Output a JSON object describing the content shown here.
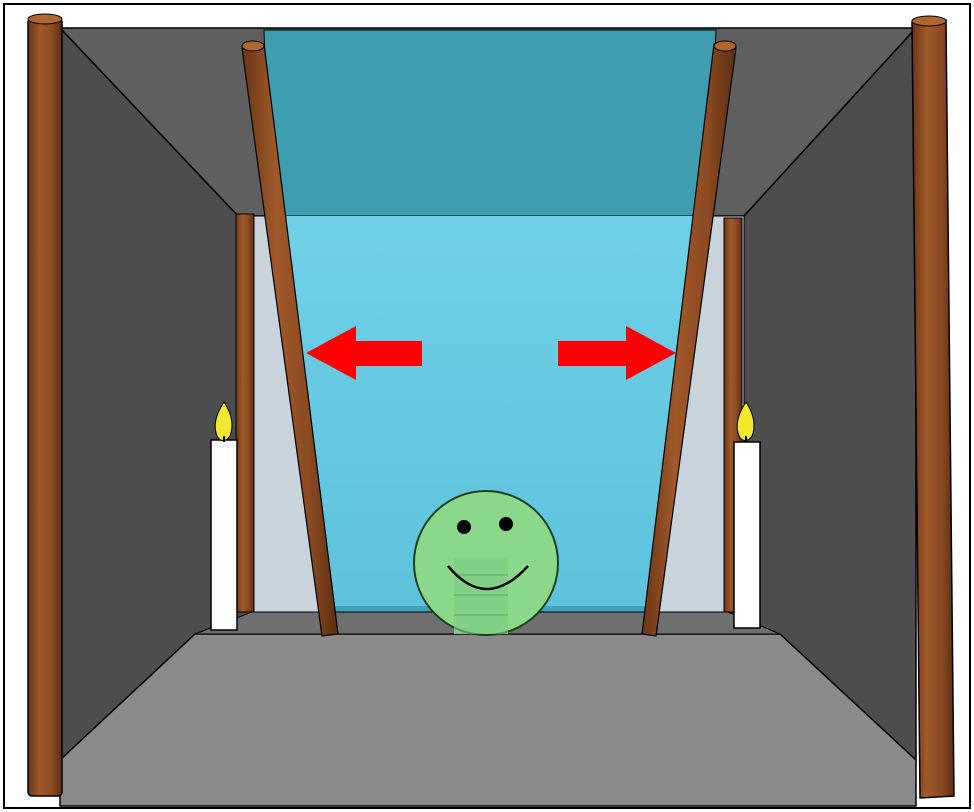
{
  "scene": {
    "description_labels": [],
    "colors": {
      "frame": "#000000",
      "ceiling": "#5f5f5f",
      "floor": "#8a8a8a",
      "wall": "#4d4d4d",
      "back_wall": "#c8d3dc",
      "water_top": "#3f9db0",
      "water_front": "#66c9e2",
      "water_bottom_strip": "#3fa3bb",
      "pole": "#8b4a22",
      "pole_dark": "#6a3516",
      "pole_top": "#b0672e",
      "candle": "#ffffff",
      "flame": "#f2e82c",
      "smiley_face": "#8ad98a",
      "smiley_outline": "#1f3f1f",
      "arrow": "#ff0000"
    },
    "objects": {
      "left_pole_front": "pole",
      "right_pole_front": "pole",
      "left_pole_slanted": "pole",
      "right_pole_slanted": "pole",
      "left_pole_back": "pole",
      "right_pole_back": "pole",
      "left_candle": "candle",
      "right_candle": "candle",
      "smiley": "face",
      "left_arrow": "arrow-left-icon",
      "right_arrow": "arrow-right-icon"
    }
  }
}
